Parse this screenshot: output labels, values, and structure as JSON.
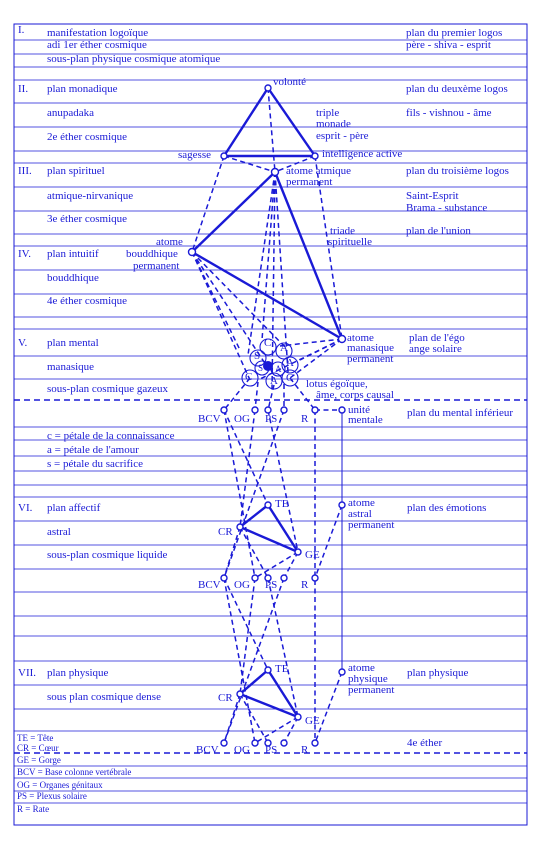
{
  "planes": [
    {
      "id": "p1",
      "roman": "I.",
      "name": "manifestation logoïque",
      "name2": "adi 1er éther cosmique",
      "name3": "sous-plan physique cosmique atomique",
      "right1": "plan du premier logos",
      "right2": "père - shiva - esprit"
    },
    {
      "id": "p2",
      "roman": "II.",
      "name": "plan monadique",
      "name2": "anupadaka",
      "name3": "2e éther cosmique",
      "right1": "plan du deuxème logos",
      "right2": "fils - vishnou - âme"
    },
    {
      "id": "p3",
      "roman": "III.",
      "name": "plan spirituel",
      "name2": "atmique-nirvanique",
      "name3": "3e éther cosmique",
      "right1": "plan du troisième logos",
      "right2": "Saint-Esprit",
      "right3": "Brama - substance"
    },
    {
      "id": "p4",
      "roman": "IV.",
      "name": "plan intuitif",
      "name2": "bouddhique",
      "name3": "4e éther cosmique",
      "right1": "plan de l'union"
    },
    {
      "id": "p5",
      "roman": "V.",
      "name": "plan mental",
      "name2": "manasique",
      "name3": "sous-plan cosmique gazeux",
      "right1": "plan de l'égo",
      "right2": "ange solaire",
      "right3": "plan du mental inférieur"
    },
    {
      "id": "p6",
      "roman": "VI.",
      "name": "plan affectif",
      "name2": "astral",
      "name3": "sous-plan cosmique liquide",
      "right1": "plan des émotions"
    },
    {
      "id": "p7",
      "roman": "VII.",
      "name": "plan physique",
      "name2": "sous plan cosmique dense",
      "right1": "plan physique",
      "right2": "4e éther"
    }
  ],
  "labels": {
    "volonte": "volonté",
    "triple": "triple",
    "monade": "monade",
    "esprit_pere": "esprit - père",
    "sagesse": "sagesse",
    "intelligence": "intelligence active",
    "atome_atmique": "atome atmique",
    "permanent": "permanent",
    "triade": "triade",
    "spirituelle": "spirituelle",
    "atome": "atome",
    "bouddhique": "bouddhique",
    "manasique": "manasique",
    "lotus": "lotus égoïque,",
    "ame_corps": "âme, corps causal",
    "unite": "unité",
    "mentale": "mentale",
    "astral": "astral",
    "physique": "physique",
    "te": "TE",
    "cr": "CR",
    "ge": "GE",
    "bcv": "BCV",
    "og": "OG",
    "ps": "PS",
    "r": "R"
  },
  "petals_legend": [
    "c = pétale de la connaissance",
    "a = pétale de l'amour",
    "s = pétale du sacrifice"
  ],
  "petal_letters": {
    "c": "C",
    "a": "A",
    "s": "S"
  },
  "legend": [
    "TE = Tête",
    "CR = Cœur",
    "GE = Gorge",
    "BCV = Base colonne vertébrale",
    "OG = Organes génitaux",
    "PS = Plexus solaire",
    "R = Rate"
  ]
}
